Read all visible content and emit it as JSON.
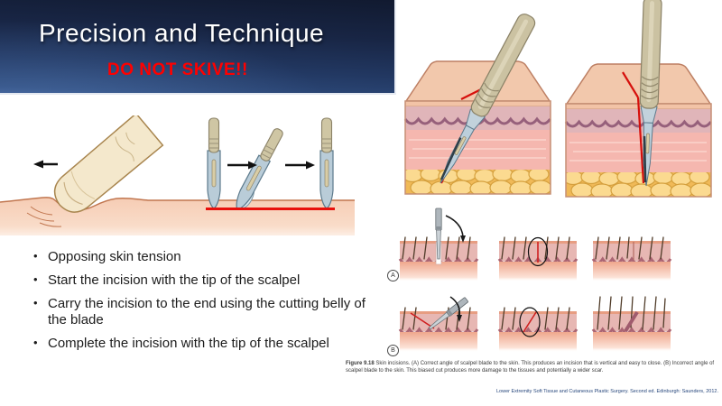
{
  "slide": {
    "title": "Precision and Technique",
    "subtitle": "DO NOT SKIVE!!",
    "bullets": [
      "Opposing skin tension",
      "Start the incision with the tip of the scalpel",
      "Carry the incision to the end using the cutting belly of the blade",
      "Complete the incision with the tip of the scalpel"
    ],
    "figure": {
      "label_a": "A",
      "label_b": "B",
      "caption_label": "Figure 9.18",
      "caption_text": " Skin incisions. (A) Correct angle of scalpel blade to the skin. This produces an incision that is vertical and easy to close. (B) Incorrect angle of scalpel blade to the skin. This biased cut produces more damage to the tissues and potentially a wider scar."
    },
    "citation": "Lower Extremity Soft Tissue and Cutaneous Plastic Surgery. Second ed. Edinburgh: Saunders, 2012.",
    "colors": {
      "header_top": "#111a30",
      "header_bottom": "#2e4b7c",
      "warning_red": "#ff0000",
      "incision_red": "#e8100c",
      "skin_surface": "#f6ccb4",
      "epidermis": "#f2c3a6",
      "dermis_mauve": "#e0b5b9",
      "dermis_wave": "#96607b",
      "dermis_pink": "#f5b7af",
      "fat_yellow": "#f0b957",
      "blade_steel": "#b9ccd8",
      "handle_tan": "#cfc6a4"
    }
  }
}
